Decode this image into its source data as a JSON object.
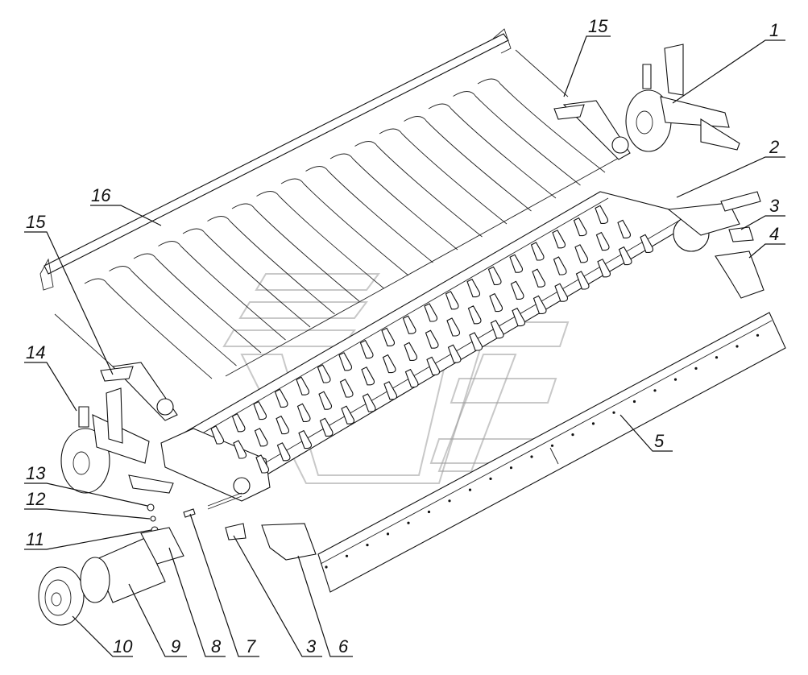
{
  "diagram": {
    "callouts": [
      {
        "id": "c1",
        "label": "1"
      },
      {
        "id": "c2",
        "label": "2"
      },
      {
        "id": "c3a",
        "label": "3"
      },
      {
        "id": "c4",
        "label": "4"
      },
      {
        "id": "c5",
        "label": "5"
      },
      {
        "id": "c15a",
        "label": "15"
      },
      {
        "id": "c16",
        "label": "16"
      },
      {
        "id": "c15b",
        "label": "15"
      },
      {
        "id": "c14",
        "label": "14"
      },
      {
        "id": "c13",
        "label": "13"
      },
      {
        "id": "c12",
        "label": "12"
      },
      {
        "id": "c11",
        "label": "11"
      },
      {
        "id": "c10",
        "label": "10"
      },
      {
        "id": "c9",
        "label": "9"
      },
      {
        "id": "c8",
        "label": "8"
      },
      {
        "id": "c7",
        "label": "7"
      },
      {
        "id": "c3b",
        "label": "3"
      },
      {
        "id": "c6",
        "label": "6"
      }
    ]
  }
}
